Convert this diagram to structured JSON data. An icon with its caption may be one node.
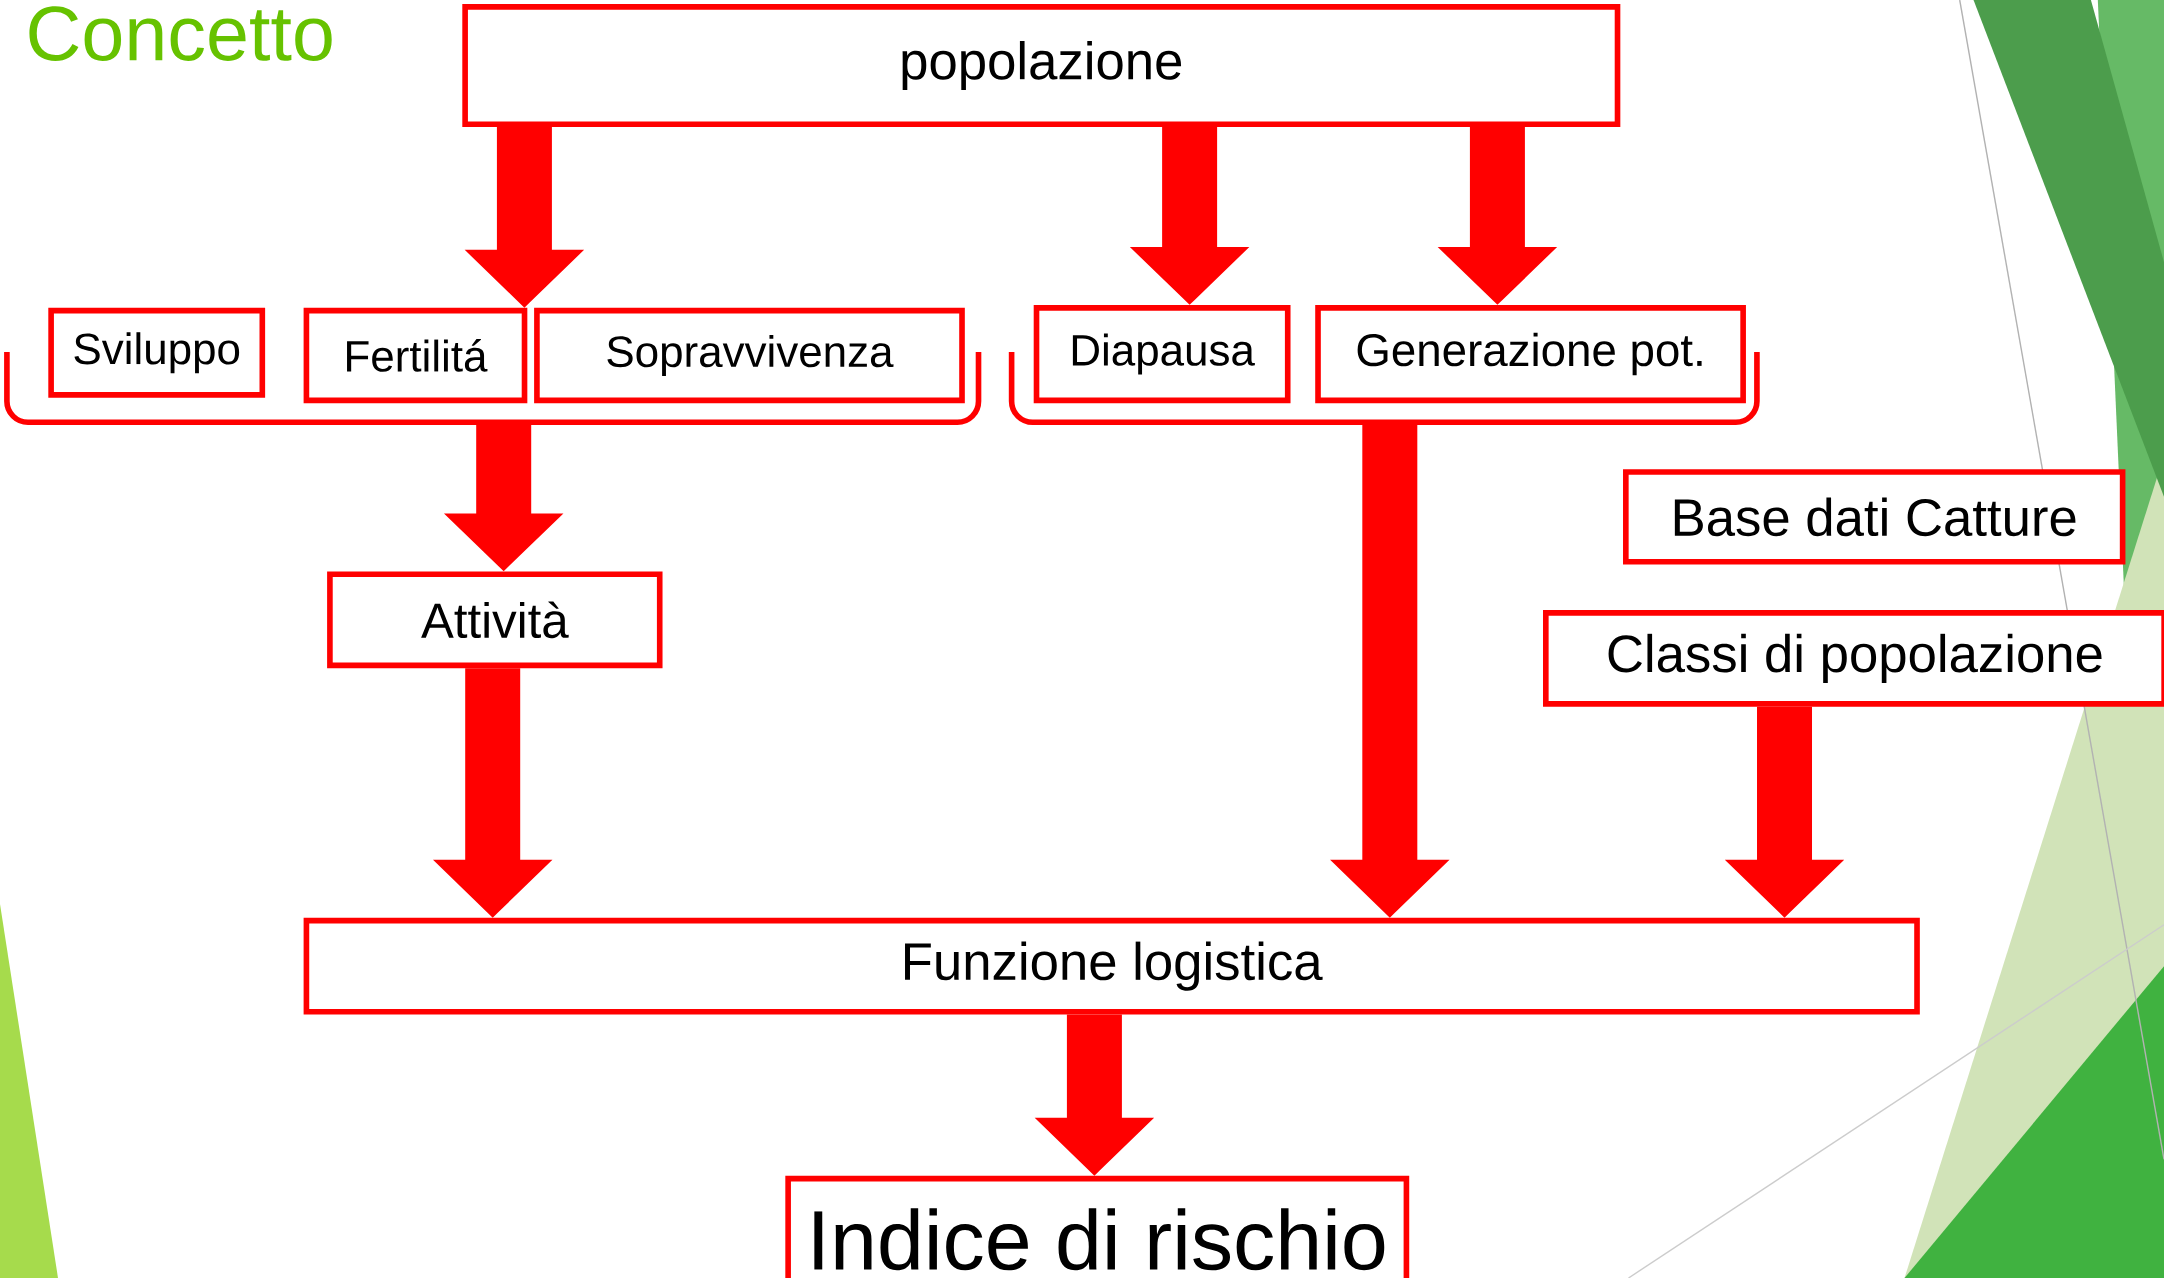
{
  "diagram": {
    "title": "Concetto",
    "nodes": [
      {
        "text": [
          "popolazione"
        ]
      },
      {
        "text": [
          "Sviluppo"
        ]
      },
      {
        "text": [
          "Fertilitá"
        ]
      },
      {
        "text": [
          "Sopravvivenza"
        ]
      },
      {
        "text": [
          "Diapausa"
        ]
      },
      {
        "text": [
          "Generazione pot."
        ]
      },
      {
        "text": [],
        "shape": "bracket"
      },
      {
        "text": [],
        "shape": "bracket"
      },
      {
        "text": [
          "Base dati Catture"
        ]
      },
      {
        "text": [
          "Attività"
        ]
      },
      {
        "text": [
          "Classi di popolazione"
        ]
      },
      {
        "text": [
          "Funzione logistica"
        ]
      },
      {
        "text": [
          "Indice di rischio"
        ]
      }
    ],
    "edges": [
      {
        "from": 0,
        "to": 2,
        "arrow": "to"
      },
      {
        "from": 0,
        "to": 4,
        "arrow": "to"
      },
      {
        "from": 0,
        "to": 5,
        "arrow": "to"
      },
      {
        "from": 6,
        "to": 9,
        "arrow": "to"
      },
      {
        "from": 9,
        "to": 11,
        "arrow": "to"
      },
      {
        "from": 7,
        "to": 11,
        "arrow": "to"
      },
      {
        "from": 10,
        "to": 11,
        "arrow": "to"
      },
      {
        "from": 11,
        "to": 12,
        "arrow": "to"
      }
    ]
  }
}
